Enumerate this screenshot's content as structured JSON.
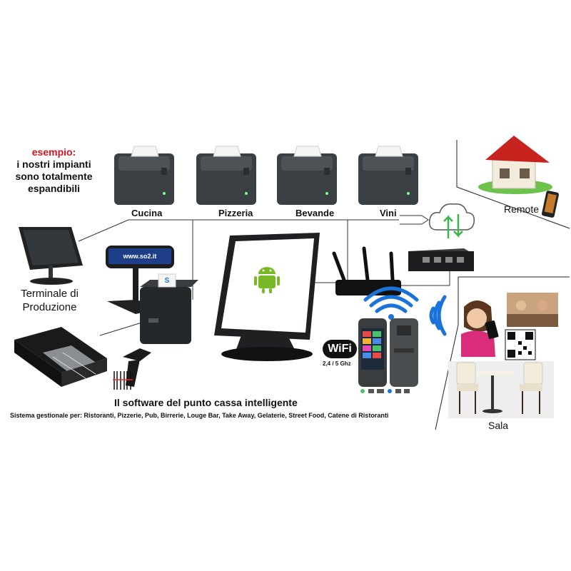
{
  "intro": {
    "highlight": "esempio:",
    "text": "i nostri impianti sono totalmente espandibili"
  },
  "printers": [
    {
      "label": "Cucina"
    },
    {
      "label": "Pizzeria"
    },
    {
      "label": "Bevande"
    },
    {
      "label": "Vini"
    }
  ],
  "devices": {
    "terminal_label": "Terminale di Produzione",
    "customer_display_text": "www.so2.it",
    "wifi_badge": "WiFi",
    "wifi_band": "2,4 / 5 Ghz"
  },
  "zones": {
    "remote": "Remote",
    "sala": "Sala"
  },
  "caption": {
    "title": "Il software del punto cassa intelligente",
    "subtitle": "Sistema gestionale per: Ristoranti, Pizzerie, Pub, Birrerie, Louge Bar, Take Away, Gelaterie, Street Food, Catene di Ristoranti"
  },
  "colors": {
    "accent_red": "#d8121f",
    "wifi_blue": "#1a73d8",
    "cloud_green": "#3bb54a",
    "device_dark": "#2b2e31"
  }
}
